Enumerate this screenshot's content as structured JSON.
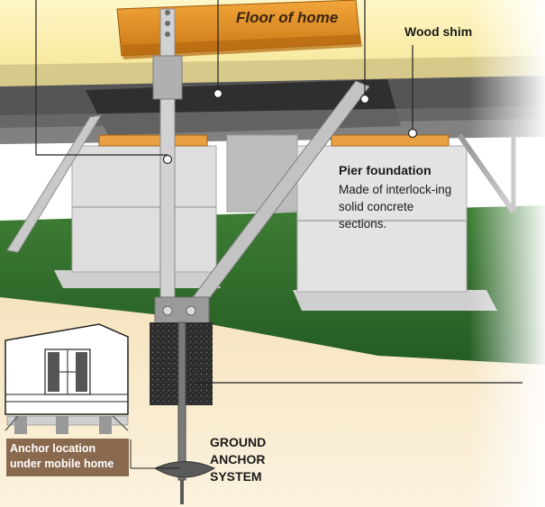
{
  "labels": {
    "floor": "Floor of home",
    "wood_shim": "Wood shim",
    "pier_title": "Pier foundation",
    "pier_desc": "Made of interlock-ing solid concrete sections.",
    "ground_anchor": "GROUND ANCHOR SYSTEM",
    "anchor_location": "Anchor location under mobile home"
  },
  "colors": {
    "wood": "#e0901f",
    "steel_beam": "#3c3c3c",
    "concrete": "#d9d9d9",
    "grass": "#2e6b2a",
    "soil": "#f1dcb4",
    "strap": "#c8c8c8",
    "anchor_box": "#8a6a4f"
  }
}
